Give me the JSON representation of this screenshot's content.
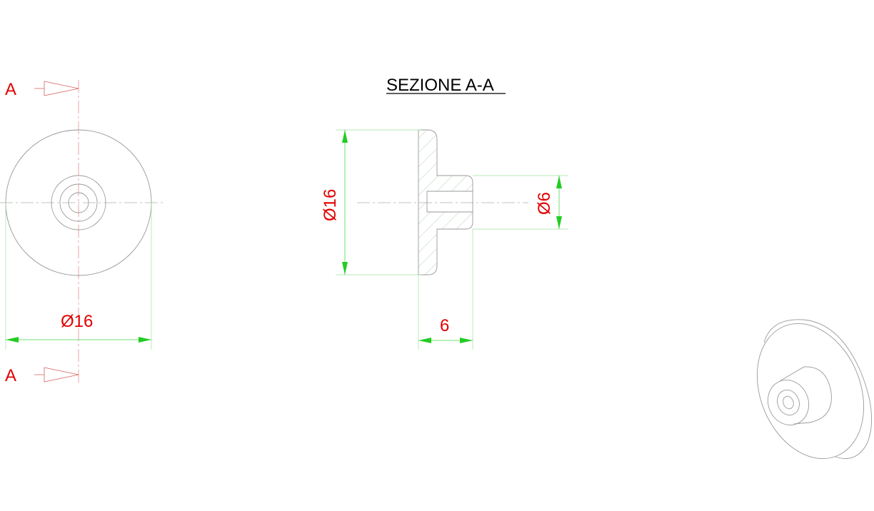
{
  "section_title": "SEZIONE A-A",
  "cut_marker_top": "A",
  "cut_marker_bottom": "A",
  "front_view_dimension": "Ø16",
  "section_view_dimension_outer": "Ø16",
  "section_view_dimension_hub": "Ø6",
  "section_view_dimension_width": "6",
  "colors": {
    "dimension_text": "#e00000",
    "dimension_lines": "#22cc22",
    "outline": "#9a9a9a",
    "center_lines": "#e08080"
  }
}
